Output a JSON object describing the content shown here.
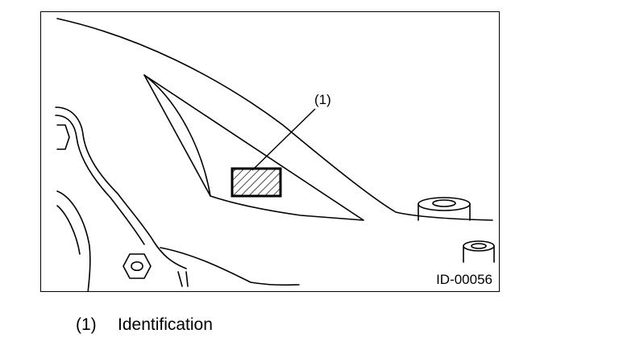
{
  "figure": {
    "callout": "(1)",
    "figure_id": "ID-00056",
    "colors": {
      "stroke": "#000000",
      "background": "#ffffff"
    }
  },
  "legend": {
    "items": [
      {
        "key": "(1)",
        "label": "Identification"
      }
    ]
  }
}
